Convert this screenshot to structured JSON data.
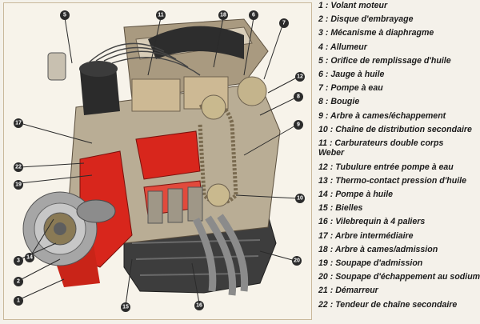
{
  "figure": {
    "title": "Moteur avec 22 éléments numérotés",
    "callouts": [
      "1",
      "2",
      "3",
      "5",
      "6",
      "7",
      "8",
      "9",
      "10",
      "11",
      "12",
      "14",
      "15",
      "16",
      "17",
      "18",
      "19",
      "20",
      "22"
    ]
  },
  "legend": {
    "items": [
      {
        "num": "1",
        "label": "Volant moteur"
      },
      {
        "num": "2",
        "label": "Disque d'embrayage"
      },
      {
        "num": "3",
        "label": "Mécanisme à diaphragme"
      },
      {
        "num": "4",
        "label": "Allumeur"
      },
      {
        "num": "5",
        "label": "Orifice de remplissage d'huile"
      },
      {
        "num": "6",
        "label": "Jauge à huile"
      },
      {
        "num": "7",
        "label": "Pompe à eau"
      },
      {
        "num": "8",
        "label": "Bougie"
      },
      {
        "num": "9",
        "label": "Arbre à cames/échappement"
      },
      {
        "num": "10",
        "label": "Chaîne de distribution secondaire"
      },
      {
        "num": "11",
        "label": "Carburateurs double corps Weber"
      },
      {
        "num": "12",
        "label": "Tubulure entrée pompe à eau"
      },
      {
        "num": "13",
        "label": "Thermo-contact pression d'huile"
      },
      {
        "num": "14",
        "label": "Pompe à huile"
      },
      {
        "num": "15",
        "label": "Bielles"
      },
      {
        "num": "16",
        "label": "Vilebrequin à 4 paliers"
      },
      {
        "num": "17",
        "label": "Arbre intermédiaire"
      },
      {
        "num": "18",
        "label": "Arbre à cames/admission"
      },
      {
        "num": "19",
        "label": "Soupape d'admission"
      },
      {
        "num": "20",
        "label": "Soupape d'échappement au sodium"
      },
      {
        "num": "21",
        "label": "Démarreur"
      },
      {
        "num": "22",
        "label": "Tendeur de chaîne secondaire"
      }
    ]
  },
  "colors": {
    "engine_red": "#d8261c",
    "metal": "#8c8c8c",
    "dark": "#3a3a3a",
    "callout": "#2b2b2b"
  }
}
